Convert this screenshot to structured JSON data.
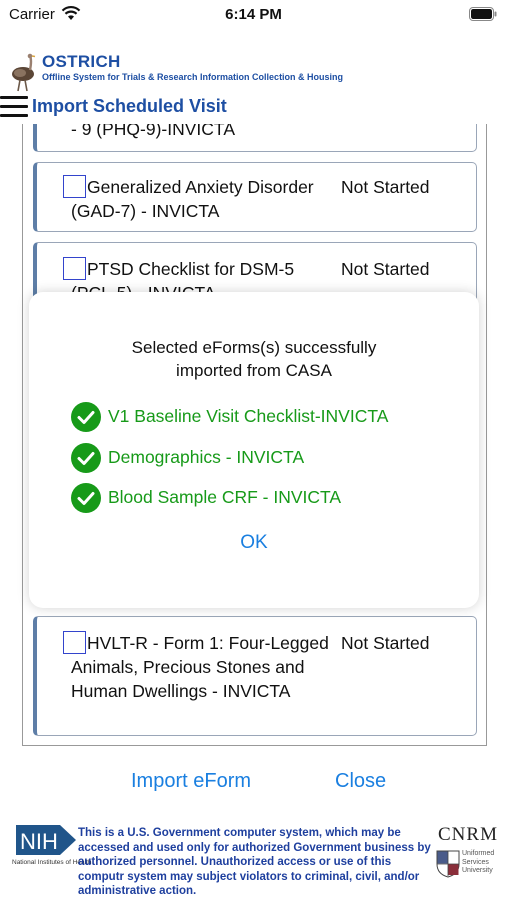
{
  "status_bar": {
    "carrier": "Carrier",
    "time": "6:14 PM"
  },
  "header": {
    "brand_title": "OSTRICH",
    "brand_subtitle": "Offline System for Trials & Research Information Collection & Housing",
    "page_title": "Import Scheduled Visit"
  },
  "list": {
    "partial_top_name": "- 9 (PHQ-9)-INVICTA",
    "items": [
      {
        "name": "Generalized Anxiety Disorder (GAD-7) - INVICTA",
        "status": "Not Started"
      },
      {
        "name": "PTSD Checklist for DSM-5 (PCL-5) - INVICTA",
        "status": "Not Started"
      },
      {
        "name": "HVLT-R - Form 1: Four-Legged Animals, Precious Stones and Human Dwellings - INVICTA",
        "status": "Not Started"
      }
    ]
  },
  "dialog": {
    "message": "Selected eForms(s) successfully imported from CASA",
    "imported": [
      "V1 Baseline Visit Checklist-INVICTA",
      "Demographics - INVICTA",
      "Blood Sample CRF - INVICTA"
    ],
    "ok_label": "OK"
  },
  "actions": {
    "import_label": "Import eForm",
    "close_label": "Close"
  },
  "footer": {
    "nih_logo_text": "NIH",
    "nih_caption": "National Institutes of Health",
    "disclaimer": "This is a U.S. Government computer system, which may be accessed and used only for authorized Government business by authorized personnel. Unauthorized access or use of this computr system may subject violators to criminal, civil, and/or administrative action.",
    "cnrm_title": "CNRM",
    "usu_text": "Uniformed Services University"
  },
  "colors": {
    "brand_blue": "#1e4fa3",
    "link_blue": "#1a7fe0",
    "success_green": "#179a19"
  }
}
